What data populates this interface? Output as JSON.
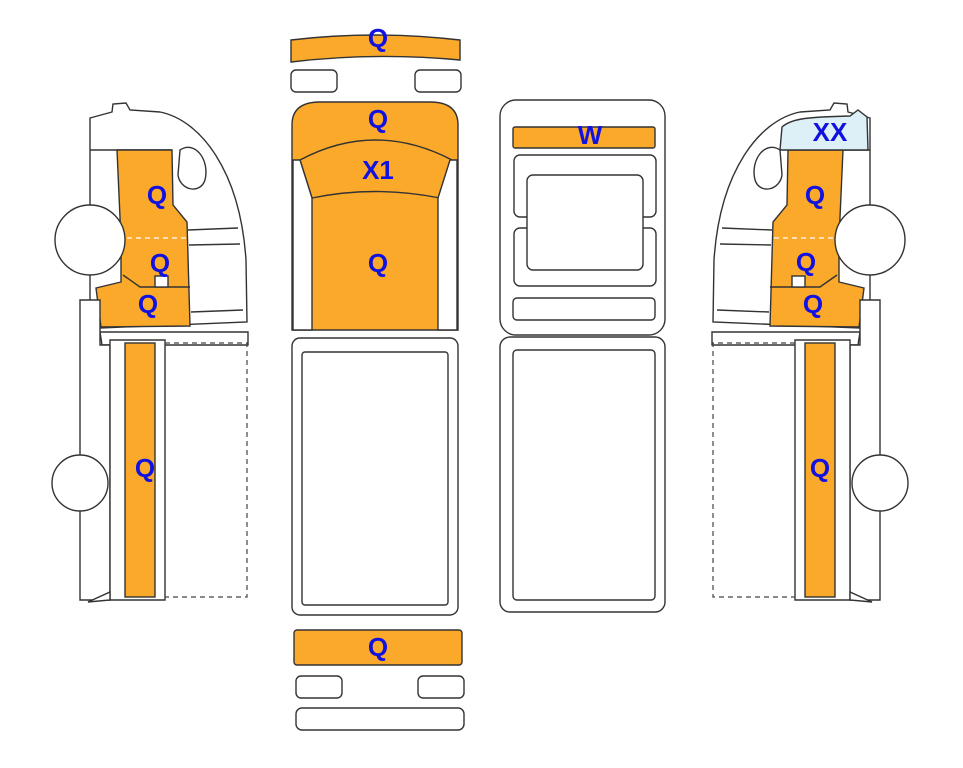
{
  "colors": {
    "damage": "#FBA92B",
    "highlight": "#DDF0F8",
    "label": "#1212E0",
    "outline": "#333333"
  },
  "left_side": {
    "cab_upper": "Q",
    "cab_middle": "Q",
    "cab_lower": "Q",
    "body": "Q"
  },
  "top_view": {
    "front_bumper": "Q",
    "hood": "Q",
    "windshield": "X1",
    "roof": "Q",
    "rear_bumper": "Q"
  },
  "back_view": {
    "top_bar": "W"
  },
  "right_side": {
    "windshield": "XX",
    "cab_upper": "Q",
    "cab_middle": "Q",
    "cab_lower": "Q",
    "body": "Q"
  }
}
